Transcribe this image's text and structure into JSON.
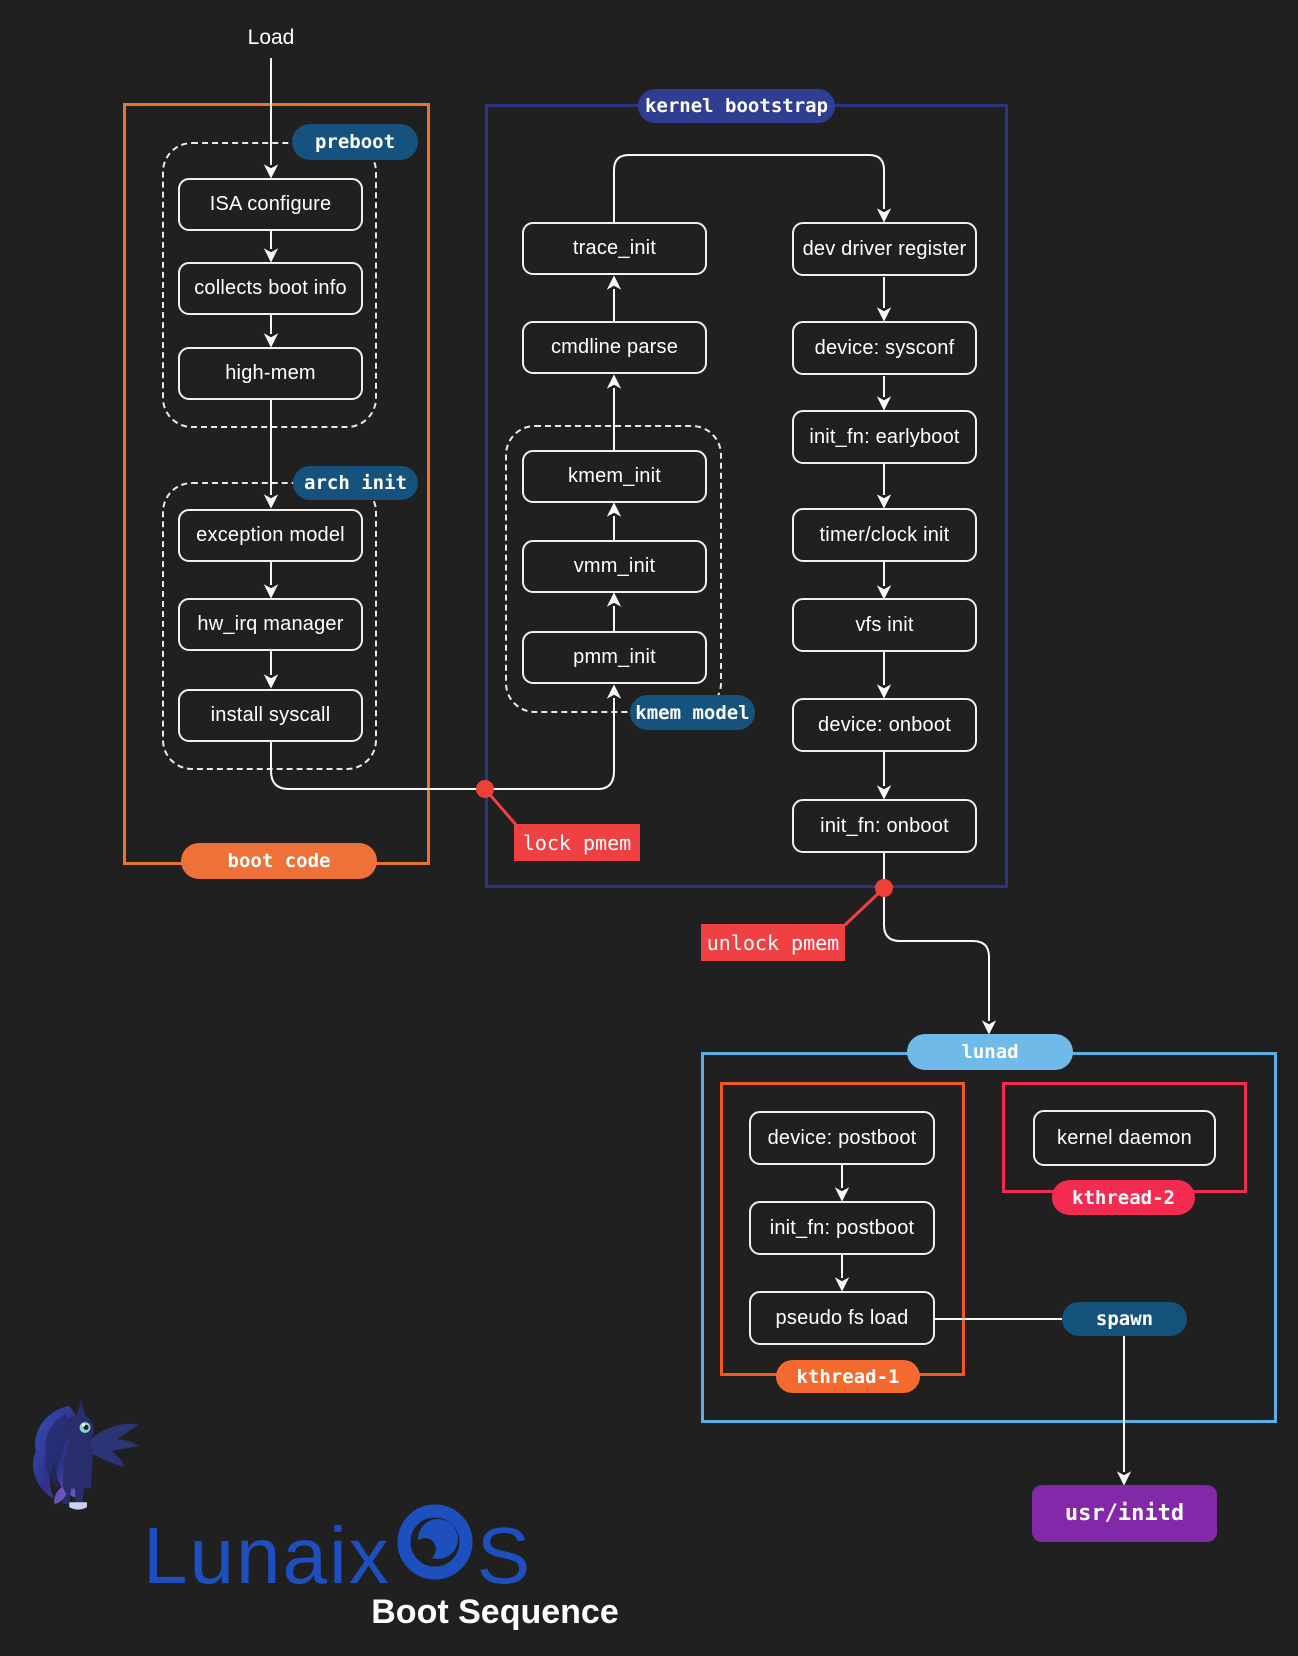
{
  "page": {
    "load_label": "Load",
    "brand": "LunaixOS",
    "brand_prefix": "Lunaix",
    "brand_suffix": "S",
    "caption": "Boot Sequence"
  },
  "boot_code": {
    "label": "boot code",
    "preboot": {
      "label": "preboot",
      "nodes": [
        "ISA configure",
        "collects boot info",
        "high-mem"
      ]
    },
    "arch_init": {
      "label": "arch init",
      "nodes": [
        "exception model",
        "hw_irq manager",
        "install syscall"
      ]
    }
  },
  "kernel_bootstrap": {
    "label": "kernel bootstrap",
    "trace_chain": [
      "trace_init",
      "cmdline parse"
    ],
    "kmem_model": {
      "label": "kmem model",
      "nodes": [
        "kmem_init",
        "vmm_init",
        "pmm_init"
      ]
    },
    "boot_chain": [
      "dev driver register",
      "device: sysconf",
      "init_fn: earlyboot",
      "timer/clock init",
      "vfs init",
      "device: onboot",
      "init_fn: onboot"
    ]
  },
  "annotations": {
    "lock_pmem": "lock pmem",
    "unlock_pmem": "unlock pmem"
  },
  "lunad": {
    "label": "lunad",
    "kthread_1": {
      "label": "kthread-1",
      "nodes": [
        "device: postboot",
        "init_fn: postboot",
        "pseudo fs load"
      ]
    },
    "kthread_2": {
      "label": "kthread-2",
      "nodes": [
        "kernel daemon"
      ]
    },
    "spawn_label": "spawn"
  },
  "initd_label": "usr/initd",
  "colors": {
    "background": "#202020",
    "node_border": "#F0F0F0",
    "connector": "#F8F8F8",
    "boot_code_orange": "#E87430",
    "boot_code_badge": "#ED7139",
    "kernel_navy": "#2C3480",
    "kernel_badge": "#2F3E92",
    "steel_badge": "#15537E",
    "spawn_badge": "#15527B",
    "lunad_border": "#5BAFE3",
    "lunad_badge": "#6FBAE8",
    "kthread1_orange": "#F05A22",
    "kthread2_red": "#F42B51",
    "annotation_red": "#EF4143",
    "initd_purple": "#8129A9",
    "logo_blue": "#1E4FBE"
  }
}
